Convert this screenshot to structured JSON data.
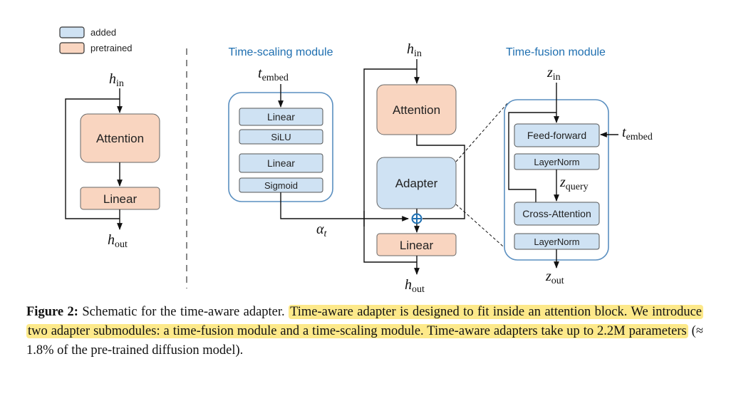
{
  "legend": {
    "added": "added",
    "pretrained": "pretrained"
  },
  "colors": {
    "added": "#cfe2f3",
    "pretrained": "#f9d5c0",
    "module_border": "#5a8fc0",
    "title_blue": "#1f6fb0",
    "highlight": "#fde98a",
    "plus": "#1f6fb0"
  },
  "left_block": {
    "h_in": "h",
    "h_in_sub": "in",
    "attention": "Attention",
    "linear": "Linear",
    "h_out": "h",
    "h_out_sub": "out"
  },
  "time_scaling": {
    "title": "Time-scaling module",
    "t_embed": "t",
    "t_embed_sub": "embed",
    "layers": [
      "Linear",
      "SiLU",
      "Linear",
      "Sigmoid"
    ],
    "alpha": "α",
    "alpha_sub": "t"
  },
  "center_block": {
    "h_in": "h",
    "h_in_sub": "in",
    "attention": "Attention",
    "adapter": "Adapter",
    "linear": "Linear",
    "h_out": "h",
    "h_out_sub": "out",
    "plus_icon": "circle-plus"
  },
  "time_fusion": {
    "title": "Time-fusion module",
    "z_in": "z",
    "z_in_sub": "in",
    "feed_forward": "Feed-forward",
    "layernorm1": "LayerNorm",
    "z_query": "z",
    "z_query_sub": "query",
    "cross_attention": "Cross-Attention",
    "layernorm2": "LayerNorm",
    "t_embed": "t",
    "t_embed_sub": "embed",
    "z_out": "z",
    "z_out_sub": "out"
  },
  "caption": {
    "label": "Figure 2:",
    "text1": " Schematic for the time-aware adapter. ",
    "highlight1": "Time-aware adapter is designed to fit inside an attention block. We introduce two adapter submodules: a time-fusion module and a time-scaling module. Time-aware adapters take up to 2.2M parameters",
    "text2": " (≈ 1.8% of the pre-trained diffusion model)."
  }
}
